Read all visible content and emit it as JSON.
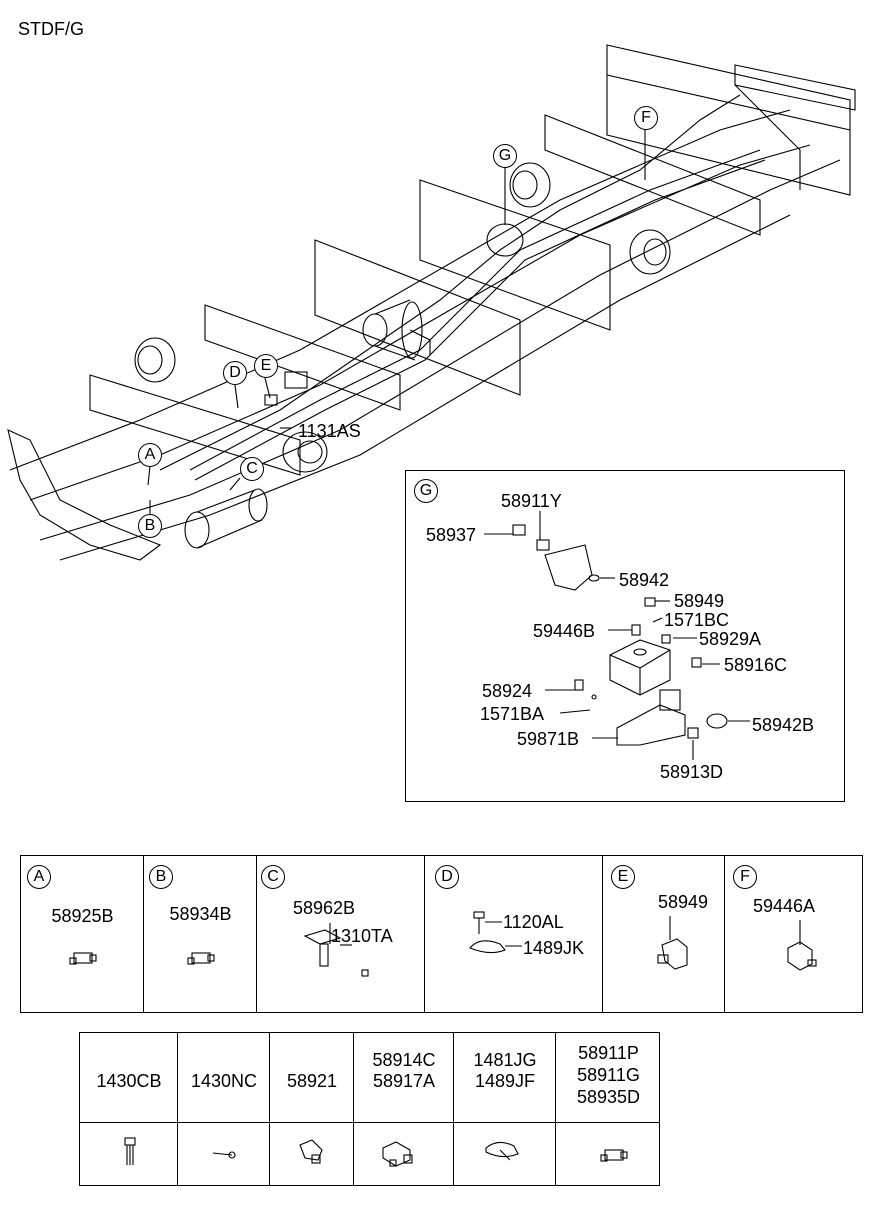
{
  "title": "STDF/G",
  "main": {
    "callouts": [
      "A",
      "B",
      "C",
      "D",
      "E",
      "F",
      "G"
    ],
    "label_1131AS": "1131AS"
  },
  "detail_g": {
    "letter": "G",
    "parts": {
      "p58911Y": "58911Y",
      "p58937": "58937",
      "p58942": "58942",
      "p58949": "58949",
      "p1571BC": "1571BC",
      "p59446B": "59446B",
      "p58929A": "58929A",
      "p58916C": "58916C",
      "p58924": "58924",
      "p1571BA": "1571BA",
      "p58942B": "58942B",
      "p59871B": "59871B",
      "p58913D": "58913D"
    }
  },
  "table1": [
    {
      "letter": "A",
      "parts": [
        "58925B"
      ]
    },
    {
      "letter": "B",
      "parts": [
        "58934B"
      ]
    },
    {
      "letter": "C",
      "parts": [
        "58962B",
        "1310TA"
      ]
    },
    {
      "letter": "D",
      "parts": [
        "1120AL",
        "1489JK"
      ]
    },
    {
      "letter": "E",
      "parts": [
        "58949"
      ]
    },
    {
      "letter": "F",
      "parts": [
        "59446A"
      ]
    }
  ],
  "table2": [
    {
      "parts": [
        "1430CB"
      ]
    },
    {
      "parts": [
        "1430NC"
      ]
    },
    {
      "parts": [
        "58921"
      ]
    },
    {
      "parts": [
        "58914C",
        "58917A"
      ]
    },
    {
      "parts": [
        "1481JG",
        "1489JF"
      ]
    },
    {
      "parts": [
        "58911P",
        "58911G",
        "58935D"
      ]
    }
  ]
}
